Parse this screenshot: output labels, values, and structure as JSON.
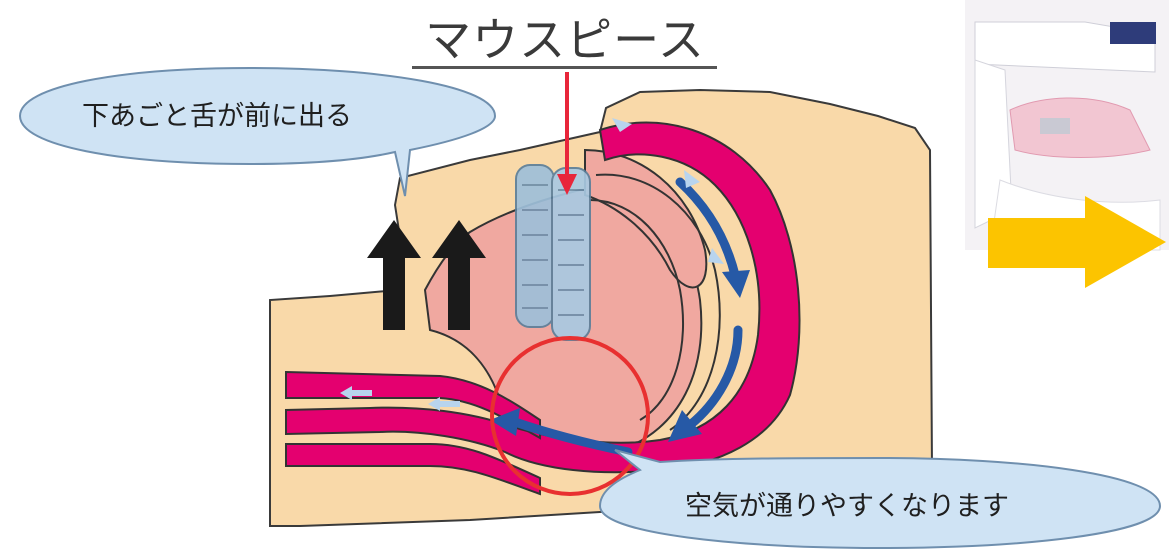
{
  "title": "マウスピース",
  "callout_top": "下あごと舌が前に出る",
  "callout_bottom": "空気が通りやすくなります",
  "colors": {
    "skin": "#f9d9a9",
    "airway": "#e4006f",
    "tissue": "#f0a8a0",
    "bubble": "#cfe3f4",
    "bubble_border": "#6f8fae",
    "flow_arrow": "#2659a6",
    "guide_arrow": "#e8263a",
    "lift_arrow": "#1a1a1a",
    "next_arrow": "#fcc400",
    "highlight_circle": "#e83030"
  }
}
